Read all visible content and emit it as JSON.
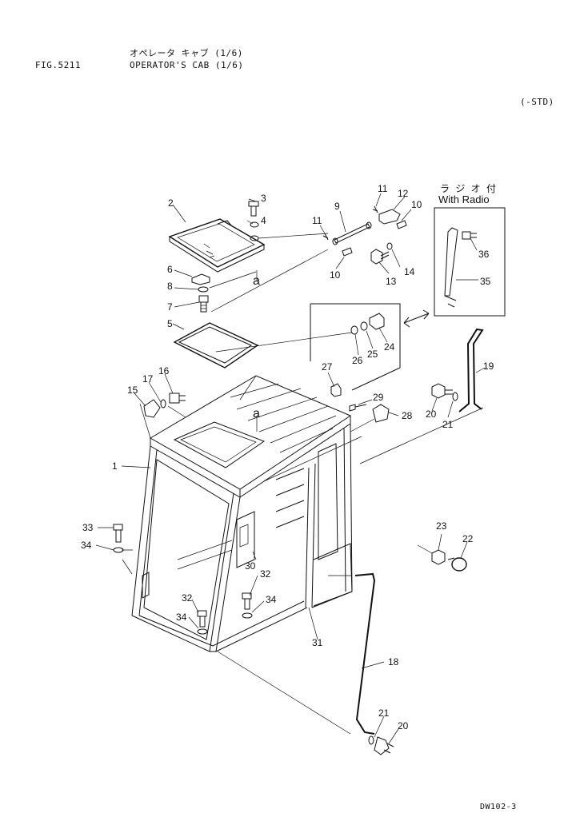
{
  "header": {
    "jp_title": "オペレータ キャブ (1/6)",
    "fig_number": "FIG.5211",
    "en_title": "OPERATOR'S CAB (1/6)",
    "variant": "(-STD)",
    "page_code": "DW102-3"
  },
  "inset": {
    "jp_label": "ラ ジ オ 付",
    "en_label": "With Radio"
  },
  "section_markers": [
    "a",
    "a"
  ],
  "callouts": [
    {
      "id": "c2",
      "text": "2"
    },
    {
      "id": "c3",
      "text": "3"
    },
    {
      "id": "c4",
      "text": "4"
    },
    {
      "id": "c5",
      "text": "5"
    },
    {
      "id": "c6",
      "text": "6"
    },
    {
      "id": "c7",
      "text": "7"
    },
    {
      "id": "c8",
      "text": "8"
    },
    {
      "id": "c9",
      "text": "9"
    },
    {
      "id": "c10a",
      "text": "10"
    },
    {
      "id": "c10b",
      "text": "10"
    },
    {
      "id": "c11a",
      "text": "11"
    },
    {
      "id": "c11b",
      "text": "11"
    },
    {
      "id": "c12",
      "text": "12"
    },
    {
      "id": "c13",
      "text": "13"
    },
    {
      "id": "c14",
      "text": "14"
    },
    {
      "id": "c35",
      "text": "35"
    },
    {
      "id": "c36",
      "text": "36"
    },
    {
      "id": "c24",
      "text": "24"
    },
    {
      "id": "c25",
      "text": "25"
    },
    {
      "id": "c26",
      "text": "26"
    },
    {
      "id": "c27",
      "text": "27"
    },
    {
      "id": "c19",
      "text": "19"
    },
    {
      "id": "c20a",
      "text": "20"
    },
    {
      "id": "c21a",
      "text": "21"
    },
    {
      "id": "c29",
      "text": "29"
    },
    {
      "id": "c28",
      "text": "28"
    },
    {
      "id": "c16",
      "text": "16"
    },
    {
      "id": "c17",
      "text": "17"
    },
    {
      "id": "c15",
      "text": "15"
    },
    {
      "id": "c1",
      "text": "1"
    },
    {
      "id": "c33",
      "text": "33"
    },
    {
      "id": "c34a",
      "text": "34"
    },
    {
      "id": "c30",
      "text": "30"
    },
    {
      "id": "c32a",
      "text": "32"
    },
    {
      "id": "c34b",
      "text": "34"
    },
    {
      "id": "c32b",
      "text": "32"
    },
    {
      "id": "c34c",
      "text": "34"
    },
    {
      "id": "c23",
      "text": "23"
    },
    {
      "id": "c22",
      "text": "22"
    },
    {
      "id": "c31",
      "text": "31"
    },
    {
      "id": "c18",
      "text": "18"
    },
    {
      "id": "c21b",
      "text": "21"
    },
    {
      "id": "c20b",
      "text": "20"
    }
  ]
}
